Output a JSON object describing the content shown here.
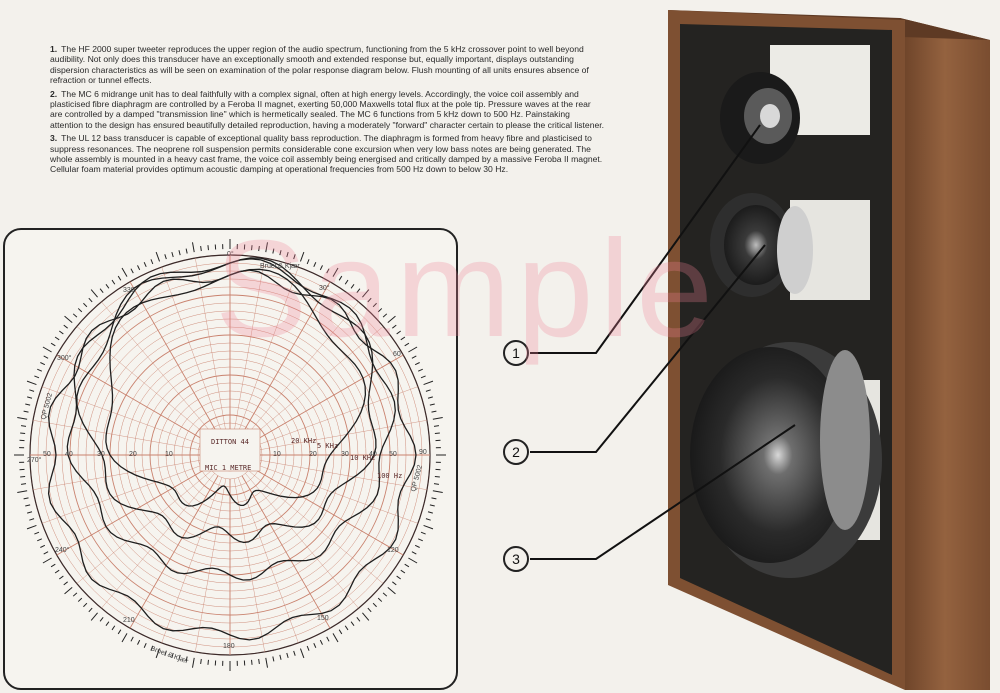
{
  "paragraphs": [
    {
      "num": "1.",
      "text": "The HF 2000 super tweeter reproduces the upper region of the audio spectrum, functioning from the 5 kHz crossover point to well beyond audibility. Not only does this transducer have an exceptionally smooth and extended response but, equally important, displays outstanding dispersion characteristics as will be seen on examination of the polar response diagram below. Flush mounting of all units ensures absence of refraction or tunnel effects."
    },
    {
      "num": "2.",
      "text": "The MC 6 midrange unit has to deal faithfully with a complex signal, often at high energy levels. Accordingly, the voice coil assembly and plasticised fibre diaphragm are controlled by a Feroba II magnet, exerting 50,000 Maxwells total flux at the pole tip. Pressure waves at the rear are controlled by a damped \"transmission line\" which is hermetically sealed. The MC 6 functions from 5 kHz down to 500 Hz. Painstaking attention to the design has ensured beautifully detailed reproduction, having a moderately \"forward\" character certain to please the critical listener."
    },
    {
      "num": "3.",
      "text": "The UL 12 bass transducer is capable of exceptional quality bass reproduction. The diaphragm is formed from heavy fibre and plasticised to suppress resonances. The neoprene roll suspension permits considerable cone excursion when very low bass notes are being generated. The whole assembly is mounted in a heavy cast frame, the voice coil assembly being energised and critically damped by a massive Feroba II magnet. Cellular foam material provides optimum acoustic damping at operational frequencies from 500 Hz down to below 30 Hz."
    }
  ],
  "polar_chart": {
    "brand_top": "Brüel & Kjær",
    "brand_bottom": "Brüel & Kjær",
    "center_label_1": "DITTON 44",
    "center_label_2": "MIC 1 METRE",
    "freq_labels": [
      "20 KHz",
      "10 KHz",
      "5 KHz",
      "100 Hz"
    ],
    "angle_labels": {
      "a0": "0°",
      "a30": "30°",
      "a60": "60",
      "a90": "90",
      "a120": "120",
      "a150": "150",
      "a180": "180",
      "a210": "210",
      "a240": "240°",
      "a270": "270°",
      "a300": "300°",
      "a330": "330"
    },
    "ring_labels_left": [
      "50",
      "40",
      "30",
      "20",
      "10"
    ],
    "ring_labels_right": [
      "10",
      "20",
      "30",
      "40",
      "50"
    ],
    "side_code_left": "QP 5002",
    "side_code_right": "QP 5002"
  },
  "callouts": [
    "1",
    "2",
    "3"
  ],
  "watermark": "Sample",
  "colors": {
    "paper": "#f3f1ec",
    "polar_grid": "#c9826e",
    "trace": "#1e1e1e",
    "cabinet": "#8a5a3a",
    "baffle": "#2b2a28",
    "watermark": "#f08296"
  }
}
